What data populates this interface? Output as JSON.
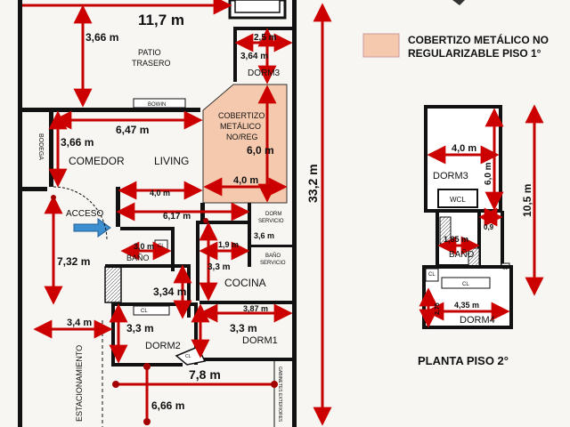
{
  "legend": {
    "swatch_color": "#f5c9ad",
    "line1": "COBERTIZO METÁLICO NO",
    "line2": "REGULARIZABLE  PISO 1°"
  },
  "plan_first_floor": {
    "rooms": {
      "patio": [
        "PATIO",
        "TRASERO"
      ],
      "dorm3": "DORM3",
      "bowin": "BOWIN",
      "cobertizo": [
        "COBERTIZO",
        "METÁLICO",
        "NO/REG"
      ],
      "bodega": "BODEGA",
      "comedor": "COMEDOR",
      "living": "LIVING",
      "acceso": "ACCESO",
      "dorm_servicio": [
        "DORM",
        "SERVICIO"
      ],
      "bano_servicio": [
        "BAÑO",
        "SERVICIO"
      ],
      "bano": "BAÑO",
      "cl1": "CL",
      "cl2": "CL",
      "cl3": "CL",
      "cocina": "COCINA",
      "dorm2": "DORM2",
      "dorm1": "DORM1",
      "estacionamiento": "ESTACIONAMIENTO",
      "gabinetes": "GABINETES EXTERIORES"
    },
    "dims": {
      "w_total": "11,7 m",
      "patio_h": "3,66 m",
      "dorm3_w": "2,5 m",
      "dorm3_h": "3,64 m",
      "comedor_w": "6,47 m",
      "comedor_h": "3,66 m",
      "cob_h": "6,0 m",
      "cob_w": "4,0 m",
      "living_w": "4,0 m",
      "total_len": "33,2 m",
      "acceso_w": "6,17 m",
      "bano_w": "3,0 m",
      "ds_w": "1,9 m",
      "ds_h": "3,6 m",
      "acceso_h": "7,32 m",
      "cocina_h": "3,3 m",
      "bano_h": "3,34 m",
      "est_w": "3,4 m",
      "dorm1_w": "3,87 m",
      "dorm2_h": "3,3 m",
      "dorm1_h": "3,3 m",
      "front_w": "7,8 m",
      "front_h": "6,66 m"
    }
  },
  "plan_second_floor": {
    "title": "PLANTA PISO 2°",
    "rooms": {
      "dorm3": "DORM3",
      "wcl": "WCL",
      "bano": "BAÑO",
      "cl1": "CL",
      "cl2": "CL",
      "cl3": "CL",
      "dorm4": "DORM4"
    },
    "dims": {
      "w_top": "4,0 m",
      "h_top": "6,0 m",
      "total": "10,5 m",
      "gap": "0,9",
      "bano_w": "1,85 m",
      "dorm4_w": "4,35 m",
      "dorm4_h": "2,75"
    }
  }
}
